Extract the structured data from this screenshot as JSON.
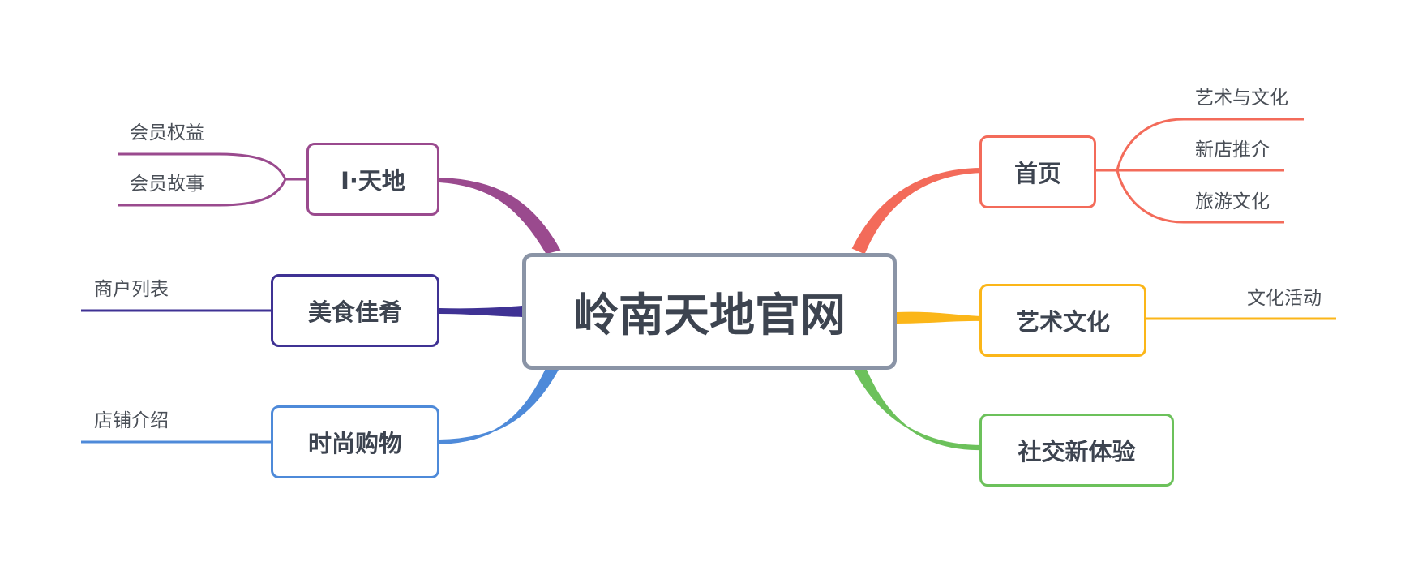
{
  "root": {
    "label": "岭南天地官网",
    "color": "#8a94a6"
  },
  "branches": {
    "home": {
      "label": "首页",
      "color": "#f36b5a",
      "children": [
        "艺术与文化",
        "新店推介",
        "旅游文化"
      ]
    },
    "art": {
      "label": "艺术文化",
      "color": "#fbb619",
      "children": [
        "文化活动"
      ]
    },
    "social": {
      "label": "社交新体验",
      "color": "#6cc15b",
      "children": []
    },
    "itiandi": {
      "label": "I·天地",
      "color": "#9a4a8e",
      "children": [
        "会员权益",
        "会员故事"
      ]
    },
    "food": {
      "label": "美食佳肴",
      "color": "#3f3294",
      "children": [
        "商户列表"
      ]
    },
    "shopping": {
      "label": "时尚购物",
      "color": "#4e8ad9",
      "children": [
        "店铺介绍"
      ]
    }
  }
}
